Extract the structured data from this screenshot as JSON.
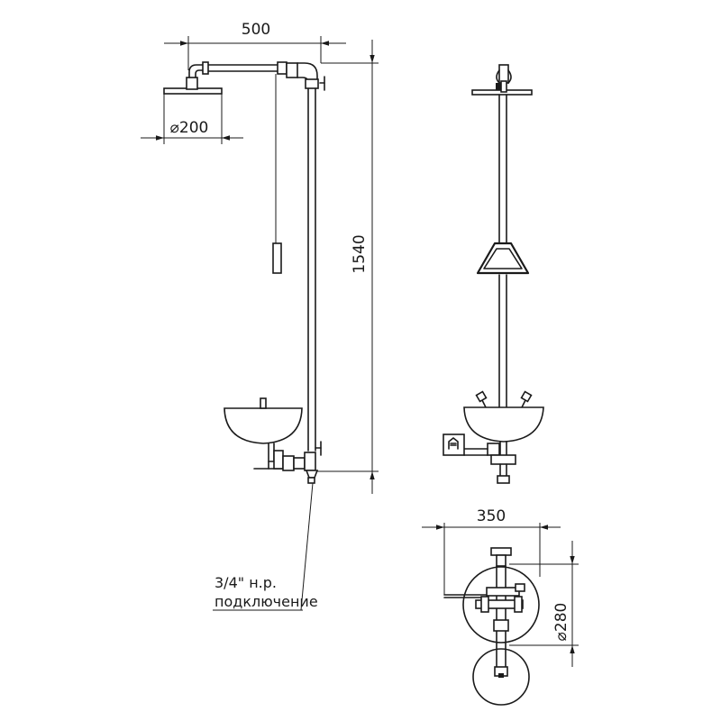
{
  "dimensions": {
    "arm_length": "500",
    "head_diameter": "⌀200",
    "total_height": "1540",
    "top_width": "350",
    "bowl_diameter": "⌀280"
  },
  "connection_note": {
    "line1": "3/4\" н.р.",
    "line2": "подключение"
  }
}
